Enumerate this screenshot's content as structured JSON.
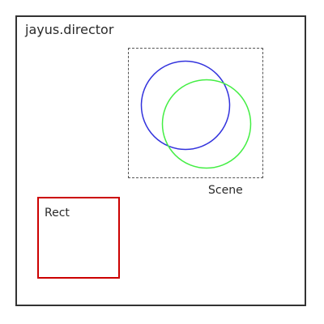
{
  "director": {
    "title": "jayus.director"
  },
  "scene": {
    "label": "Scene",
    "circles": [
      {
        "name": "blue-circle",
        "color": "#3333dd"
      },
      {
        "name": "green-circle",
        "color": "#44ee44"
      }
    ]
  },
  "rect": {
    "label": "Rect",
    "color": "#cc0000"
  }
}
